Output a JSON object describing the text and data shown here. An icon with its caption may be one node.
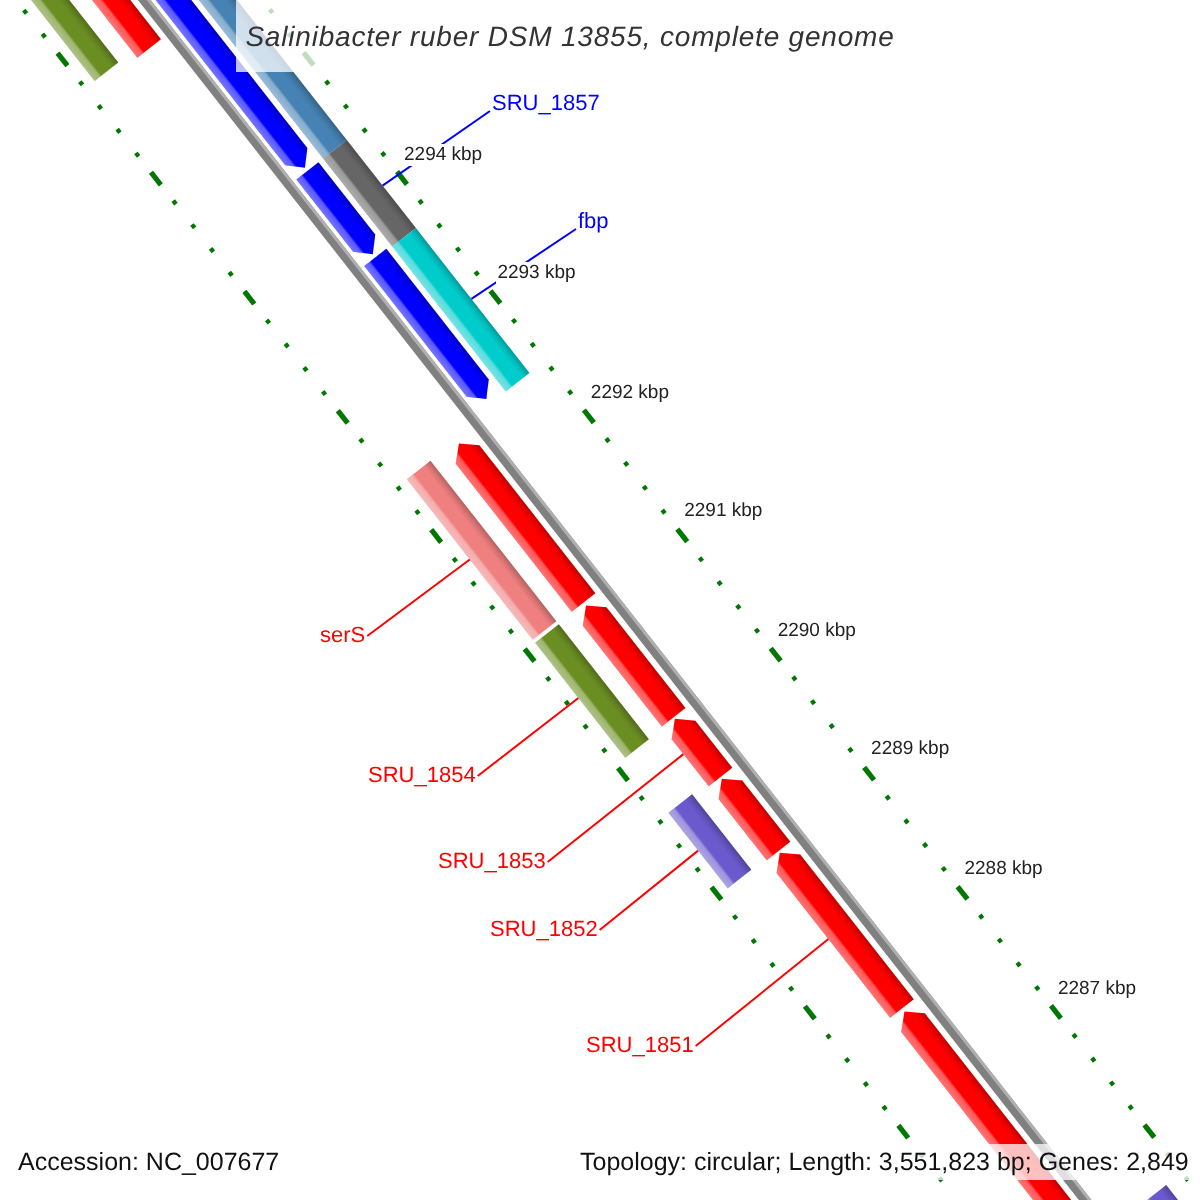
{
  "diagram": {
    "title": "Salinibacter ruber DSM 13855, complete genome",
    "nodes": [
      {
        "text": [
          "SRU_1857"
        ]
      },
      {
        "text": [],
        "shape": "bar"
      },
      {
        "text": [
          "fbp"
        ]
      },
      {
        "text": [],
        "shape": "bar"
      },
      {
        "text": [
          "serS"
        ]
      },
      {
        "text": [],
        "shape": "bar"
      },
      {
        "text": [
          "SRU_1854"
        ]
      },
      {
        "text": [],
        "shape": "bar"
      },
      {
        "text": [
          "SRU_1853"
        ]
      },
      {
        "text": [],
        "shape": "bar"
      },
      {
        "text": [
          "SRU_1852"
        ]
      },
      {
        "text": [],
        "shape": "bar"
      },
      {
        "text": [
          "SRU_1851"
        ]
      },
      {
        "text": [],
        "shape": "bar"
      }
    ],
    "edges": [
      {
        "from": 0,
        "to": 1,
        "arrow": "none",
        "color": "#0000ff"
      },
      {
        "from": 2,
        "to": 3,
        "arrow": "none",
        "color": "#0000ff"
      },
      {
        "from": 4,
        "to": 5,
        "arrow": "none"
      },
      {
        "from": 6,
        "to": 7,
        "arrow": "none"
      },
      {
        "from": 8,
        "to": 9,
        "arrow": "none"
      },
      {
        "from": 10,
        "to": 11,
        "arrow": "none"
      },
      {
        "from": 12,
        "to": 13,
        "arrow": "none"
      }
    ],
    "labels": [
      "2294 kbp",
      "2293 kbp",
      "2292 kbp",
      "2291 kbp",
      "2290 kbp",
      "2289 kbp",
      "2288 kbp",
      "2287 kbp",
      "Accession: NC_007677",
      "Topology: circular; Length: 3,551,823 bp; Genes: 2,849"
    ]
  }
}
